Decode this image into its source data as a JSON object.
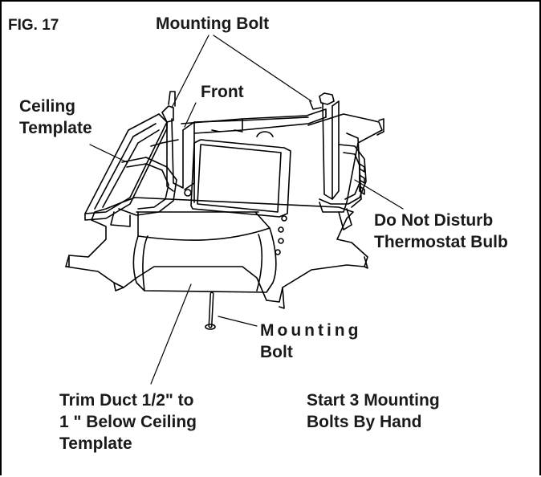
{
  "figure": {
    "number": "FIG. 17",
    "labels": {
      "mounting_bolt_top": "Mounting Bolt",
      "front": "Front",
      "ceiling_template": [
        "Ceiling",
        "Template"
      ],
      "do_not_disturb": [
        "Do Not Disturb",
        "Thermostat Bulb"
      ],
      "mounting_bolt_bottom": [
        "Mounting",
        "Bolt"
      ],
      "trim_duct": [
        "Trim Duct 1/2\" to",
        "1 \" Below Ceiling",
        "Template"
      ],
      "start_bolts": [
        "Start 3 Mounting",
        "Bolts By Hand"
      ]
    }
  }
}
